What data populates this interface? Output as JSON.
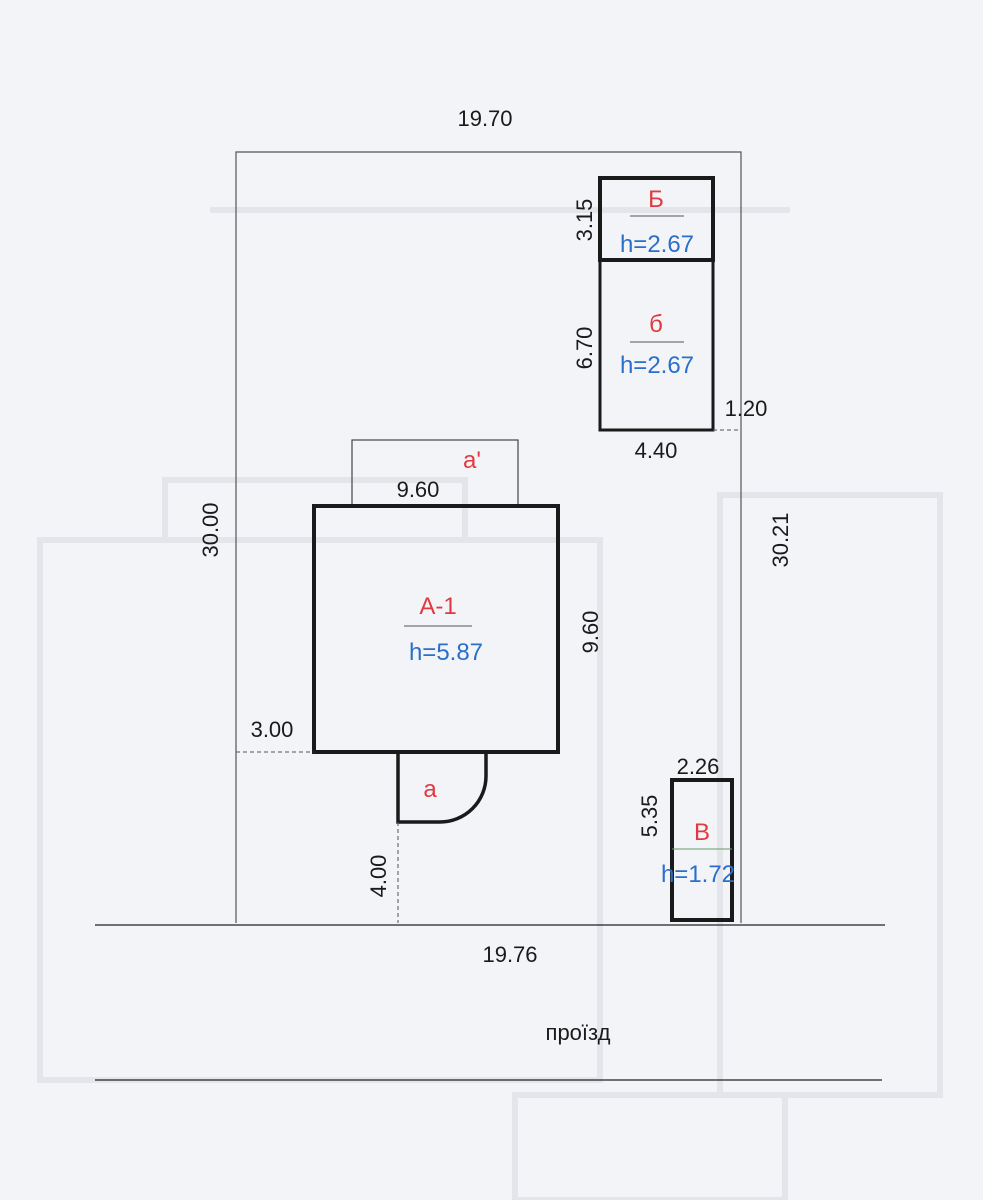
{
  "plot": {
    "top_width": "19.70",
    "bottom_width": "19.76",
    "left_length": "30.00",
    "right_length": "30.21"
  },
  "road": {
    "label": "проїзд"
  },
  "buildings": {
    "main": {
      "label": "А-1",
      "height": "h=5.87",
      "width": "9.60",
      "depth": "9.60",
      "offset_left": "3.00"
    },
    "annex_rear": {
      "label": "а'"
    },
    "porch": {
      "label": "а",
      "offset_front": "4.00"
    },
    "shed_b_upper": {
      "label": "Б",
      "height": "h=2.67",
      "length": "3.15"
    },
    "shed_b_lower": {
      "label": "б",
      "height": "h=2.67",
      "length": "6.70",
      "width": "4.40",
      "offset_right": "1.20"
    },
    "shed_v": {
      "label": "В",
      "height": "h=1.72",
      "width": "2.26",
      "length": "5.35"
    }
  },
  "colors": {
    "label_red": "#e03a40",
    "height_blue": "#2a6fc9",
    "line": "#1a1a1a"
  }
}
